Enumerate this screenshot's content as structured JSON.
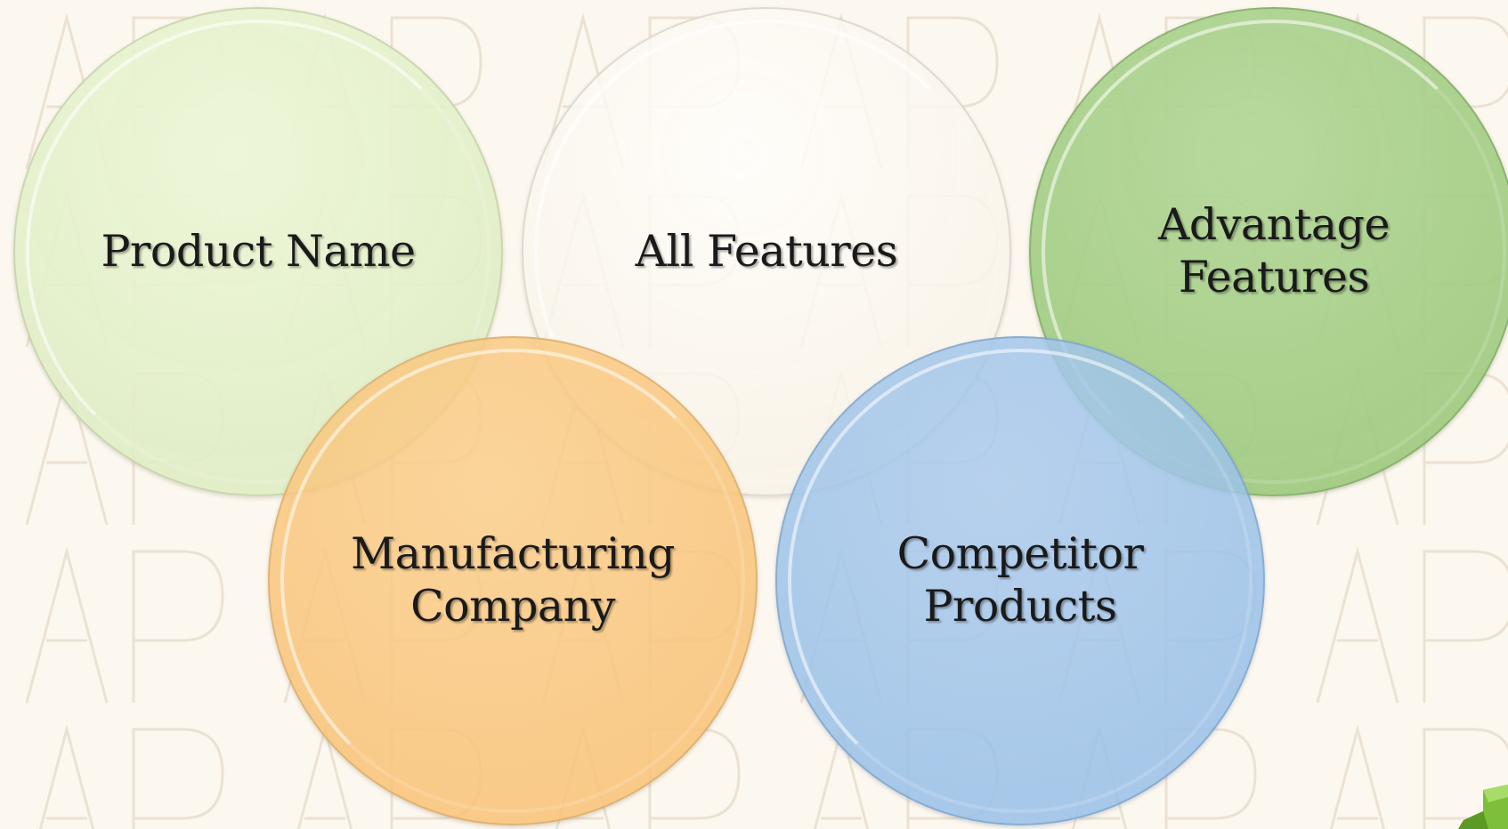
{
  "diagram": {
    "circles": [
      {
        "label": "Product Name",
        "color": "#dcebc0"
      },
      {
        "label": "All Features",
        "color": "#fbf7ef"
      },
      {
        "label": "Advantage\nFeatures",
        "color": "#a6ce88"
      },
      {
        "label": "Manufacturing\nCompany",
        "color": "#f8c982"
      },
      {
        "label": "Competitor\nProducts",
        "color": "#a2c4e8"
      }
    ]
  },
  "colors": {
    "background": "#fcf7ef",
    "watermark": "#ece3d6",
    "corner_accent": "#7dbf3a"
  }
}
